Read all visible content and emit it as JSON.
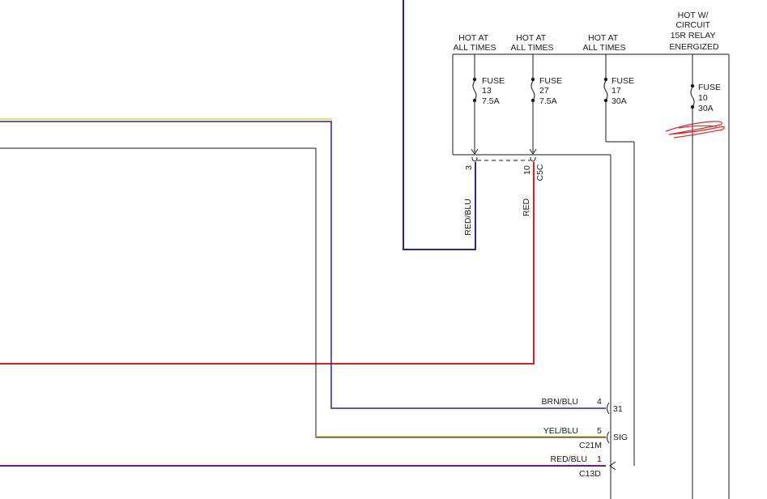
{
  "headers": [
    {
      "lines": [
        "HOT AT",
        "ALL TIMES"
      ]
    },
    {
      "lines": [
        "HOT AT",
        "ALL TIMES"
      ]
    },
    {
      "lines": [
        "HOT AT",
        "ALL TIMES"
      ]
    },
    {
      "lines": [
        "HOT W/",
        "CIRCUIT",
        "15R RELAY",
        "ENERGIZED"
      ]
    }
  ],
  "fuses": [
    {
      "label": "FUSE",
      "number": "13",
      "rating": "7.5A"
    },
    {
      "label": "FUSE",
      "number": "27",
      "rating": "7.5A"
    },
    {
      "label": "FUSE",
      "number": "17",
      "rating": "30A"
    },
    {
      "label": "FUSE",
      "number": "10",
      "rating": "30A"
    }
  ],
  "connector_c5c": {
    "name": "C5C",
    "pins": [
      "3",
      "10"
    ]
  },
  "wires": [
    {
      "color_name": "RED/BLU",
      "color": "#3b1f8c"
    },
    {
      "color_name": "RED",
      "color": "#e01b1b"
    },
    {
      "color_name": "BRN/BLU",
      "color": "#3b1f8c"
    },
    {
      "color_name": "YEL/BLU",
      "color": "#c8b400"
    },
    {
      "color_name": "RED/BLU",
      "color": "#6a1f7a"
    }
  ],
  "connector_c21m": {
    "name": "C21M",
    "pins": [
      {
        "wire": "BRN/BLU",
        "pin": "4",
        "circuit": "31"
      },
      {
        "wire": "YEL/BLU",
        "pin": "5",
        "circuit": "SIG"
      }
    ]
  },
  "connector_c13d": {
    "name": "C13D",
    "wire": "RED/BLU",
    "pin": "1"
  }
}
